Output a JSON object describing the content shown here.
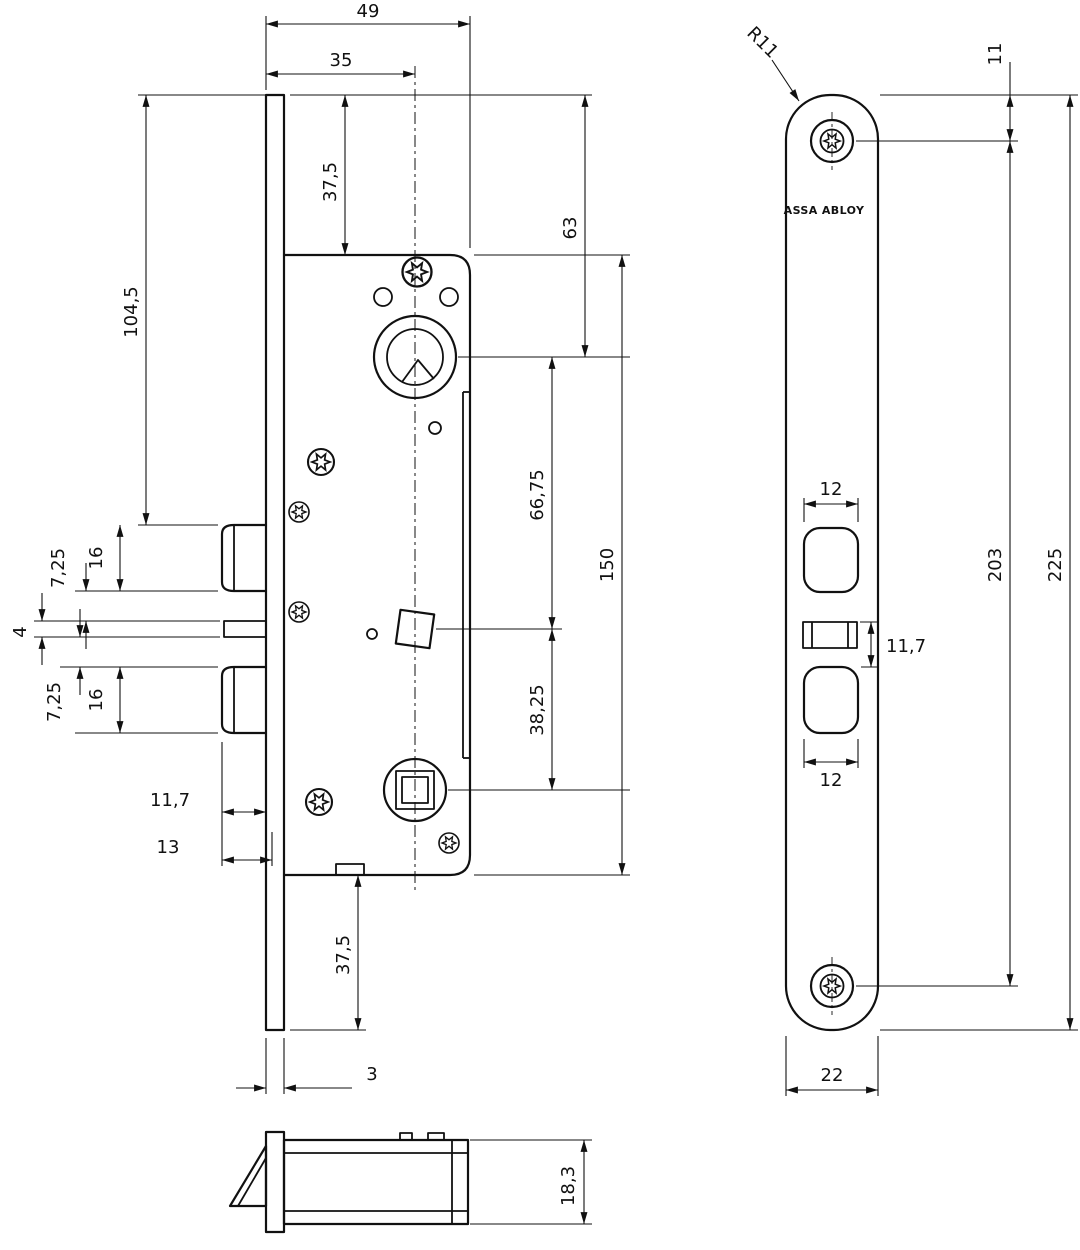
{
  "brand": {
    "label": "ASSA ABLOY"
  },
  "left_view": {
    "overall_width": "49",
    "backset": "35",
    "top_offset": "37,5",
    "cylinder_from_plate_top": "63",
    "plate_top_to_latch": "104,5",
    "upper_latch_height": "16",
    "upper_latch_gap": "7,25",
    "pin_height": "4",
    "lower_latch_gap": "7,25",
    "lower_latch_height": "16",
    "cylinder_to_follower": "66,75",
    "case_height": "150",
    "follower_to_lower_follower": "38,25",
    "latch_projection": "11,7",
    "latch_projection_total": "13",
    "bottom_offset": "37,5",
    "faceplate_thickness": "3"
  },
  "detail_view": {
    "latch_height": "18,3"
  },
  "right_view": {
    "corner_radius": "R11",
    "hole_offset_from_top": "11",
    "upper_cutout_width": "12",
    "cutout_spacing": "11,7",
    "lower_cutout_width": "12",
    "screw_hole_spacing": "203",
    "plate_length": "225",
    "plate_width": "22"
  }
}
